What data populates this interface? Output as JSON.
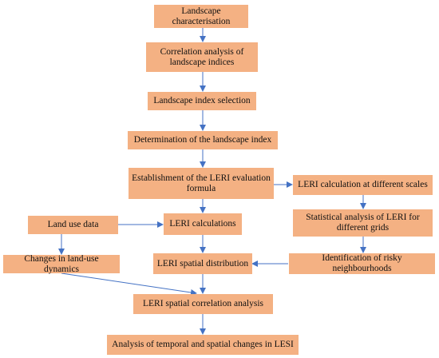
{
  "colors": {
    "box_fill": "#f4b183",
    "arrow": "#4472c4",
    "text": "#111111"
  },
  "nodes": {
    "landscape_characterisation": "Landscape characterisation",
    "correlation_analysis": "Correlation analysis of landscape indices",
    "index_selection": "Landscape index selection",
    "index_determination": "Determination of the landscape index",
    "leri_formula": "Establishment of the LERI evaluation formula",
    "leri_scales": "LERI calculation at different scales",
    "land_use_data": "Land use data",
    "leri_calculations": "LERI calculations",
    "statistical_analysis": "Statistical analysis of LERI for different grids",
    "land_use_changes": "Changes in land-use dynamics",
    "leri_spatial_distribution": "LERI spatial distribution",
    "risky_neighbourhoods": "Identification of risky neighbourhoods",
    "leri_spatial_correlation": "LERI spatial correlation analysis",
    "temporal_spatial_changes": "Analysis of temporal and spatial changes in LESI"
  }
}
